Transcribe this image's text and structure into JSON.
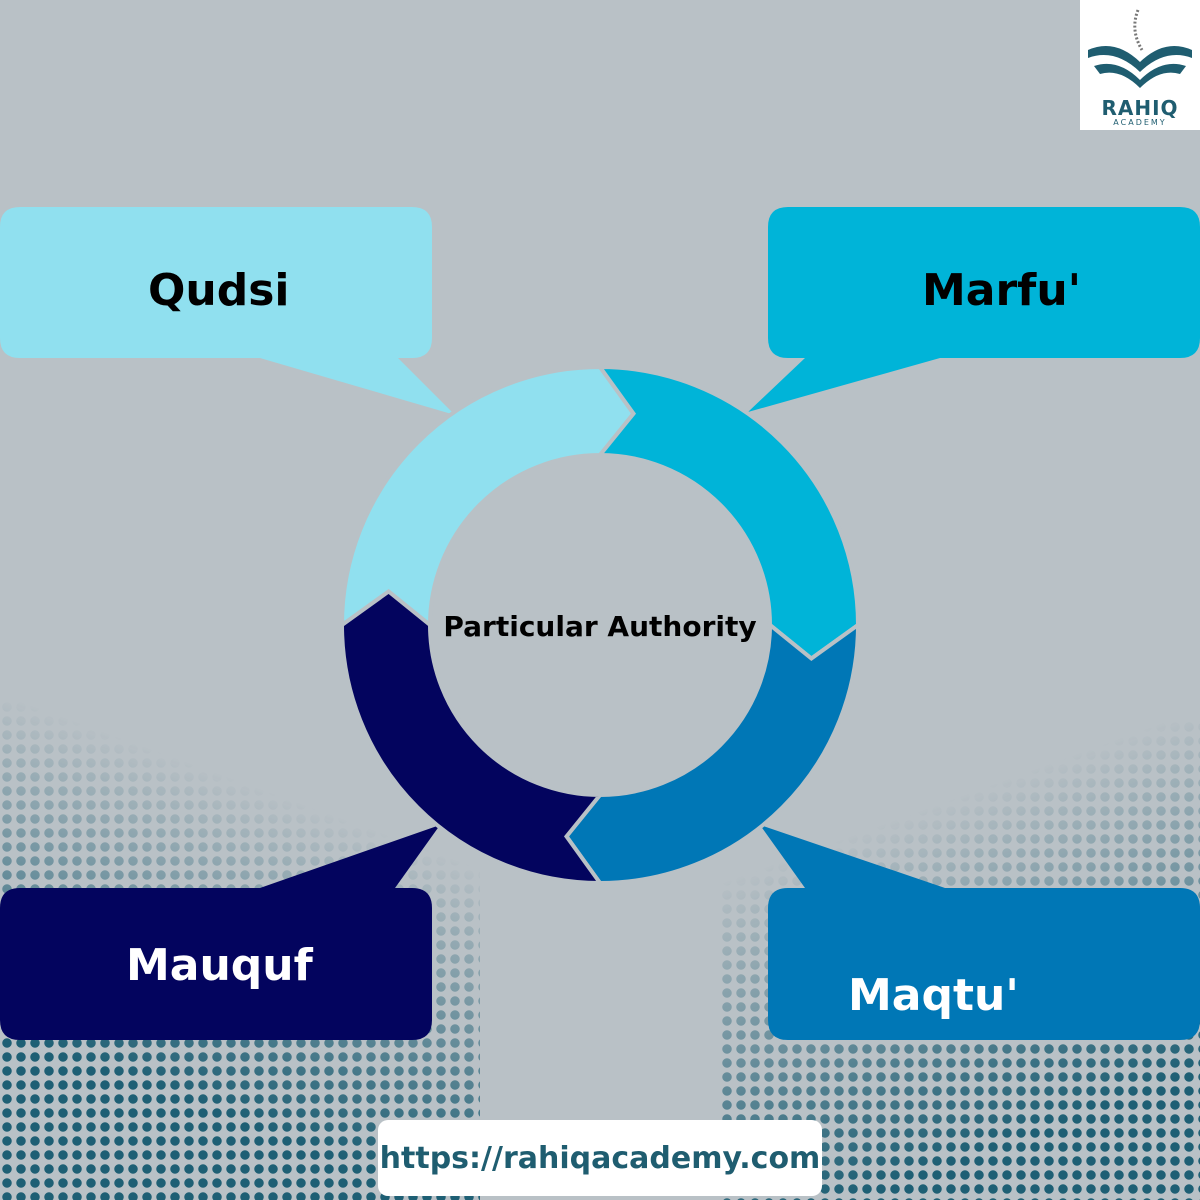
{
  "title": "Particular Authority",
  "categories": [
    {
      "label": "Qudsi",
      "color": "#90e0ef",
      "text_color": "#000000"
    },
    {
      "label": "Marfu'",
      "color": "#00b4d8",
      "text_color": "#000000"
    },
    {
      "label": "Maqtu'",
      "color": "#0077b6",
      "text_color": "#ffffff"
    },
    {
      "label": "Mauquf",
      "color": "#03045e",
      "text_color": "#ffffff"
    }
  ],
  "logo": {
    "name": "RAHIQ",
    "sub": "ACADEMY"
  },
  "url": "https://rahiqacademy.com",
  "background": "#b9c1c6"
}
